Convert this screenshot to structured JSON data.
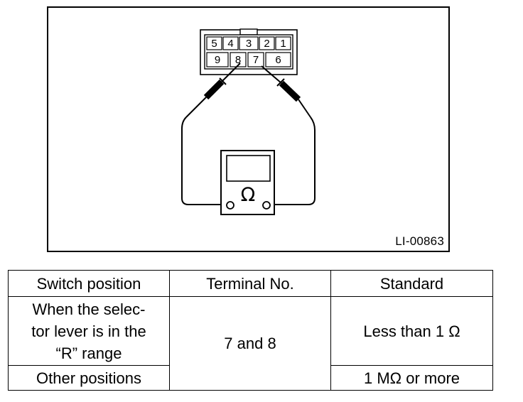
{
  "figure": {
    "code": "LI-00863",
    "connector": {
      "top_row": [
        "5",
        "4",
        "3",
        "2",
        "1"
      ],
      "bottom_row": [
        "9",
        "8",
        "7",
        "6"
      ]
    },
    "meter_symbol": "Ω",
    "colors": {
      "line": "#000000",
      "background": "#ffffff"
    }
  },
  "table": {
    "headers": [
      "Switch position",
      "Terminal No.",
      "Standard"
    ],
    "rows": [
      {
        "position_lines": [
          "When the selec-",
          "tor lever is in the",
          "“R” range"
        ],
        "terminal": "7 and 8",
        "standard": "Less than 1 Ω"
      },
      {
        "position_lines": [
          "Other positions"
        ],
        "standard": "1 MΩ or more"
      }
    ]
  }
}
